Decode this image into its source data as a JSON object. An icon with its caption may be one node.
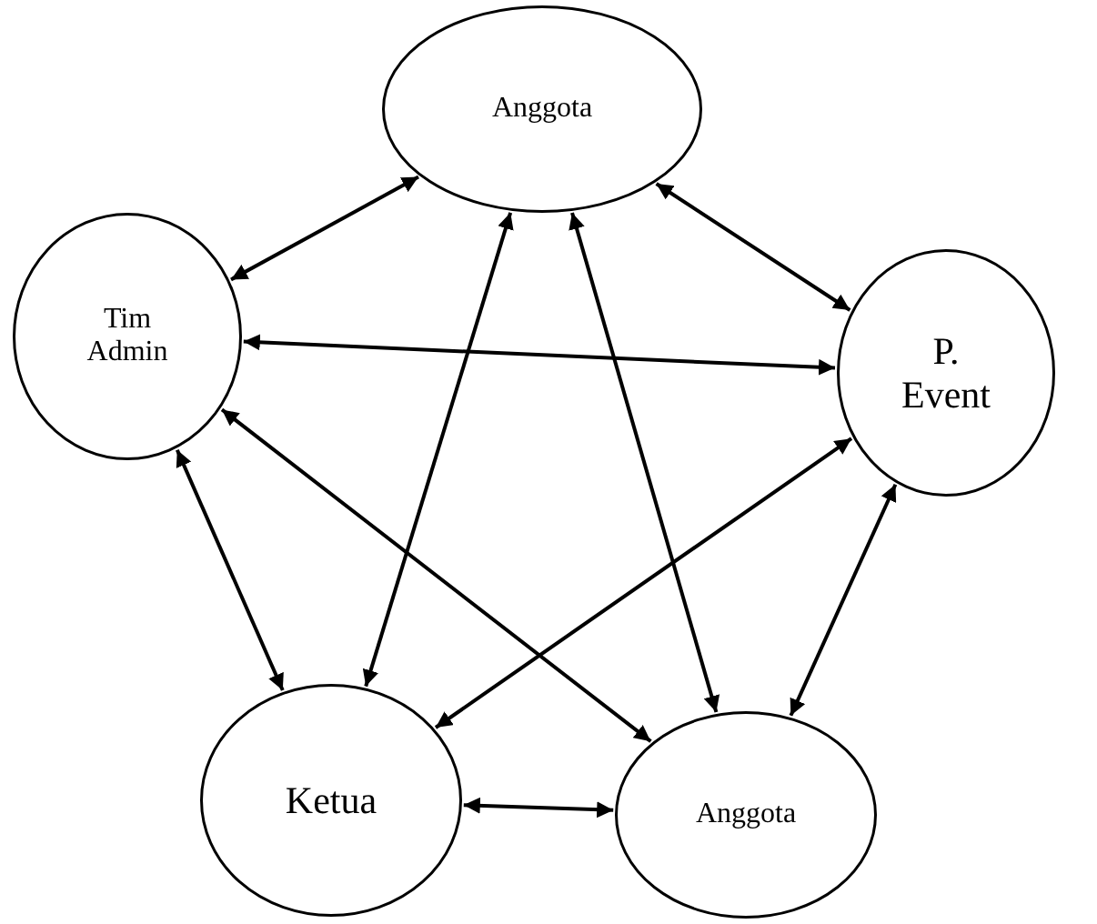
{
  "diagram": {
    "nodes": [
      {
        "text": [
          "Anggota"
        ]
      },
      {
        "text": [
          "Tim Admin"
        ]
      },
      {
        "text": [
          "P. Event"
        ]
      },
      {
        "text": [
          "Ketua"
        ]
      },
      {
        "text": [
          "Anggota"
        ]
      }
    ],
    "edges": [
      {
        "from": 0,
        "to": 1,
        "arrow": "both"
      },
      {
        "from": 0,
        "to": 2,
        "arrow": "both"
      },
      {
        "from": 1,
        "to": 2,
        "arrow": "both"
      },
      {
        "from": 0,
        "to": 3,
        "arrow": "both"
      },
      {
        "from": 0,
        "to": 4,
        "arrow": "both"
      },
      {
        "from": 1,
        "to": 4,
        "arrow": "both"
      },
      {
        "from": 2,
        "to": 3,
        "arrow": "both"
      },
      {
        "from": 1,
        "to": 3,
        "arrow": "both"
      },
      {
        "from": 2,
        "to": 4,
        "arrow": "both"
      },
      {
        "from": 3,
        "to": 4,
        "arrow": "both"
      }
    ]
  }
}
